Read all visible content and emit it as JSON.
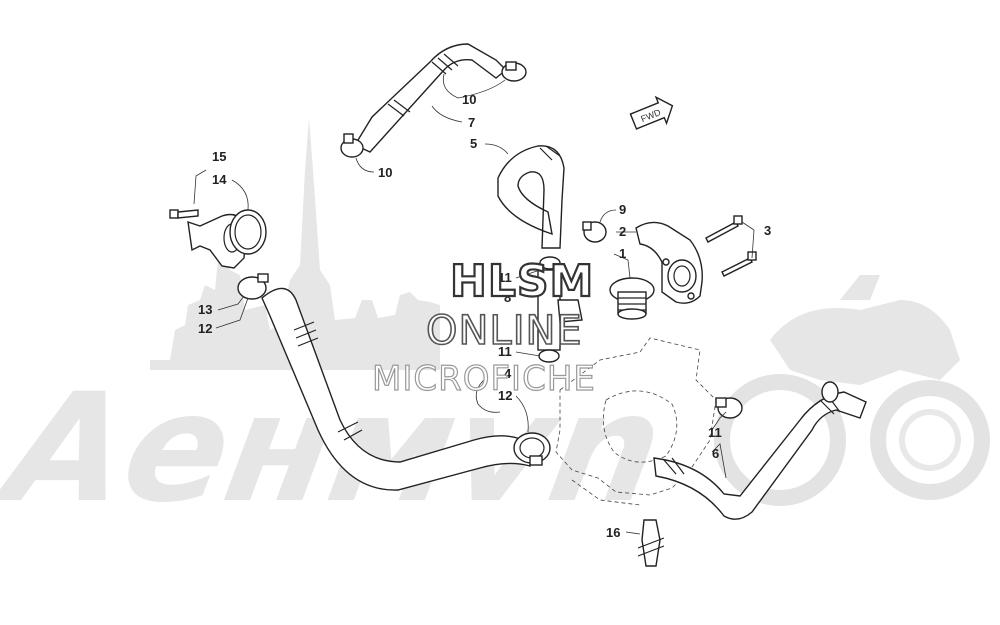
{
  "diagram": {
    "callouts": [
      {
        "id": "c-10a",
        "text": "10"
      },
      {
        "id": "c-7",
        "text": "7"
      },
      {
        "id": "c-5",
        "text": "5"
      },
      {
        "id": "c-10b",
        "text": "10"
      },
      {
        "id": "c-15",
        "text": "15"
      },
      {
        "id": "c-14",
        "text": "14"
      },
      {
        "id": "c-13",
        "text": "13"
      },
      {
        "id": "c-12a",
        "text": "12"
      },
      {
        "id": "c-9",
        "text": "9"
      },
      {
        "id": "c-2",
        "text": "2"
      },
      {
        "id": "c-3",
        "text": "3"
      },
      {
        "id": "c-1",
        "text": "1"
      },
      {
        "id": "c-11a",
        "text": "11"
      },
      {
        "id": "c-8",
        "text": "8"
      },
      {
        "id": "c-11b",
        "text": "11"
      },
      {
        "id": "c-4",
        "text": "4"
      },
      {
        "id": "c-12b",
        "text": "12"
      },
      {
        "id": "c-11c",
        "text": "11"
      },
      {
        "id": "c-6",
        "text": "6"
      },
      {
        "id": "c-16",
        "text": "16"
      }
    ],
    "fwd_label": "FWD"
  },
  "watermark": {
    "line1": "HLSM",
    "line2": "ONLINE",
    "line3": "MICROFICHE",
    "brand": "Aeнмvn"
  }
}
